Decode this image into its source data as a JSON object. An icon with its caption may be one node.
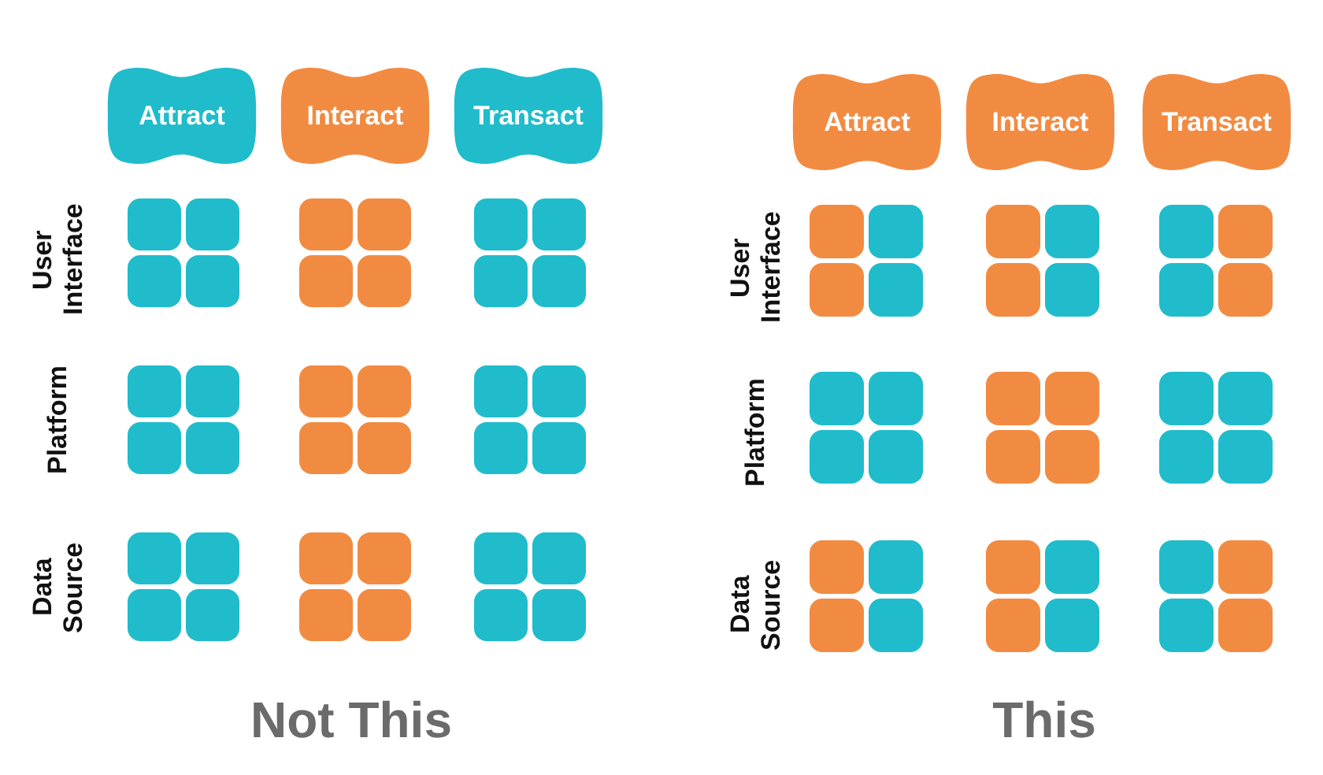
{
  "diagram": {
    "nodes": [
      {
        "text": [
          "Attract"
        ]
      },
      {
        "text": [
          "Interact"
        ]
      },
      {
        "text": [
          "Transact"
        ]
      },
      {
        "text": [
          "Attract"
        ]
      },
      {
        "text": [
          "Interact"
        ]
      },
      {
        "text": [
          "Transact"
        ]
      }
    ],
    "labels": [
      "User Interface",
      "User Interface",
      "Platform",
      "Platform",
      "Data Source",
      "Data Source",
      "Not This",
      "This"
    ]
  }
}
